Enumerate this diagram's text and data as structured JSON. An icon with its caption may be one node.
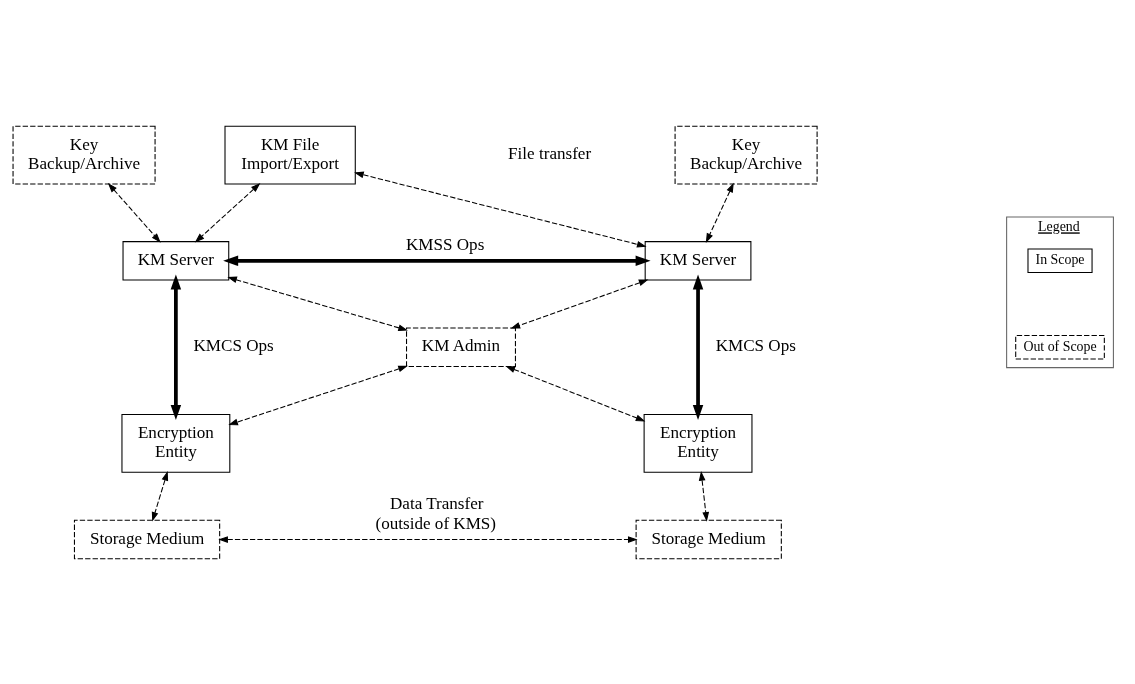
{
  "diagram": {
    "nodes": [
      {
        "text": [
          "Key Backup/Archive"
        ]
      },
      {
        "text": [
          "KM File Import/Export"
        ]
      },
      {
        "text": [
          "Key Backup/Archive"
        ]
      },
      {
        "text": [
          "KM Server"
        ]
      },
      {
        "text": [
          "KM Server"
        ]
      },
      {
        "text": [
          "KM Admin"
        ]
      },
      {
        "text": [
          "Encryption Entity"
        ]
      },
      {
        "text": [
          "Encryption Entity"
        ]
      },
      {
        "text": [
          "Storage Medium"
        ]
      },
      {
        "text": [
          "Storage Medium"
        ]
      },
      {
        "text": [
          "Legend"
        ]
      }
    ],
    "edges": [
      {
        "from": 0,
        "to": 3,
        "arrow": "both",
        "style": "dashed"
      },
      {
        "from": 1,
        "to": 3,
        "arrow": "both",
        "style": "dashed"
      },
      {
        "from": 1,
        "to": 4,
        "arrow": "both",
        "style": "dashed"
      },
      {
        "from": 2,
        "to": 4,
        "arrow": "both",
        "style": "dashed"
      },
      {
        "from": 3,
        "to": 4,
        "arrow": "both",
        "style": "thick",
        "label": "KMSS Ops"
      },
      {
        "from": 3,
        "to": 5,
        "arrow": "both",
        "style": "dashed"
      },
      {
        "from": 4,
        "to": 5,
        "arrow": "both",
        "style": "dashed"
      },
      {
        "from": 3,
        "to": 6,
        "arrow": "both",
        "style": "thick",
        "label": "KMCS Ops"
      },
      {
        "from": 4,
        "to": 7,
        "arrow": "both",
        "style": "thick",
        "label": "KMCS Ops"
      },
      {
        "from": 5,
        "to": 6,
        "arrow": "both",
        "style": "dashed"
      },
      {
        "from": 5,
        "to": 7,
        "arrow": "both",
        "style": "dashed"
      },
      {
        "from": 6,
        "to": 8,
        "arrow": "both",
        "style": "dashed"
      },
      {
        "from": 7,
        "to": 9,
        "arrow": "both",
        "style": "dashed"
      },
      {
        "from": 8,
        "to": 9,
        "arrow": "both",
        "style": "dashed",
        "label": "Data Transfer (outside of KMS)"
      }
    ],
    "labels": [
      "File transfer"
    ],
    "legend": [
      {
        "text": "In Scope"
      },
      {
        "text": "Out of Scope"
      }
    ]
  }
}
